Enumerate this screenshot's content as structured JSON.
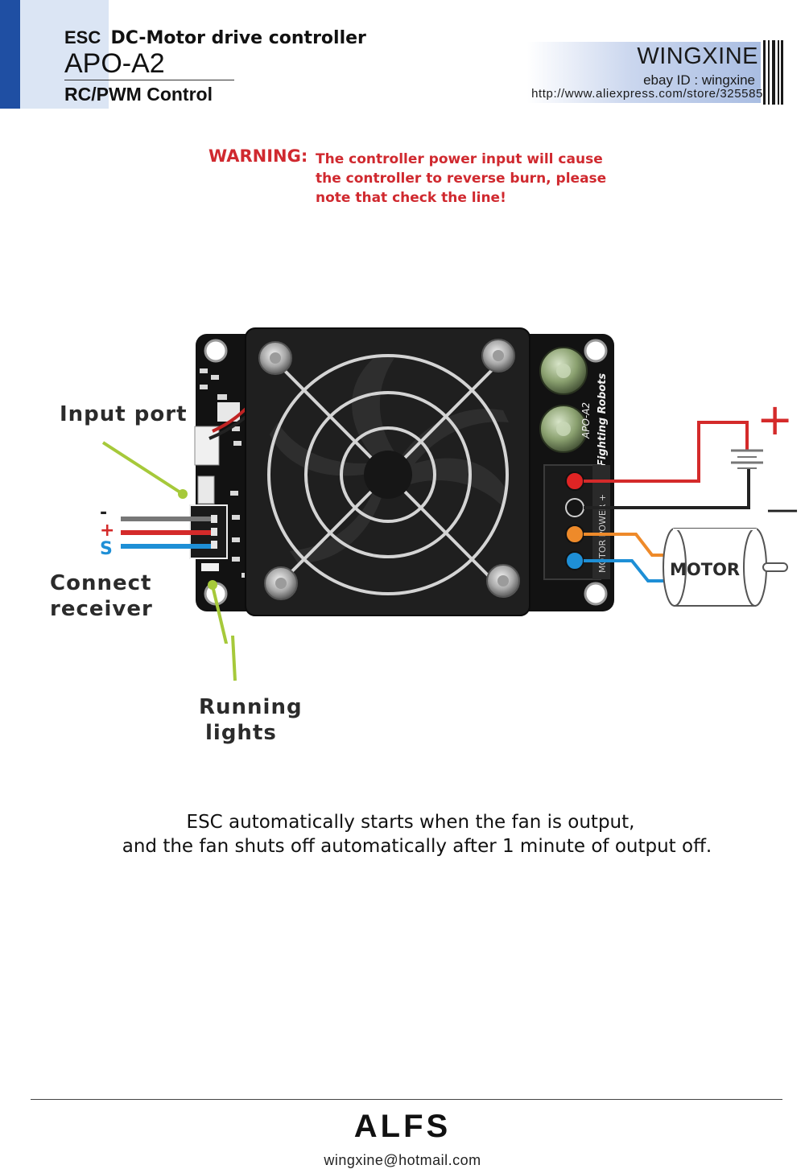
{
  "header": {
    "esc": "ESC",
    "description": "DC-Motor drive controller",
    "model": "APO-A2",
    "control": "RC/PWM Control"
  },
  "brand": {
    "name": "WINGXINE",
    "ebay": "ebay ID : wingxine",
    "url": "http://www.aliexpress.com/store/325585"
  },
  "warning": {
    "label": "WARNING:",
    "line1": "The controller power input will cause",
    "line2": "the controller to reverse burn, please",
    "line3": "note that check the line!"
  },
  "labels": {
    "input_port": "Input port",
    "connect": "Connect",
    "receiver": "receiver",
    "running": "Running",
    "lights": "lights",
    "motor": "MOTOR",
    "pin_minus": "-",
    "pin_plus": "+",
    "pin_s": "S",
    "battery_plus": "+",
    "battery_minus": "—"
  },
  "board": {
    "model_mark": "APO-A2",
    "slogan": "Fighting Robots",
    "terminal_text": "MOTOR POWER +"
  },
  "note": {
    "line1": "ESC automatically starts when the fan is output,",
    "line2": "and the fan shuts off automatically after 1 minute of output off."
  },
  "footer": {
    "brand": "ALFS",
    "email": "wingxine@hotmail.com"
  },
  "colors": {
    "accent_blue": "#1f4fa3",
    "warning_red": "#d0292f",
    "wire_red": "#d42a2a",
    "wire_blue": "#1e8fd6",
    "wire_orange": "#ee8a2a",
    "wire_grey": "#777777",
    "pointer_green": "#a6c93a"
  }
}
